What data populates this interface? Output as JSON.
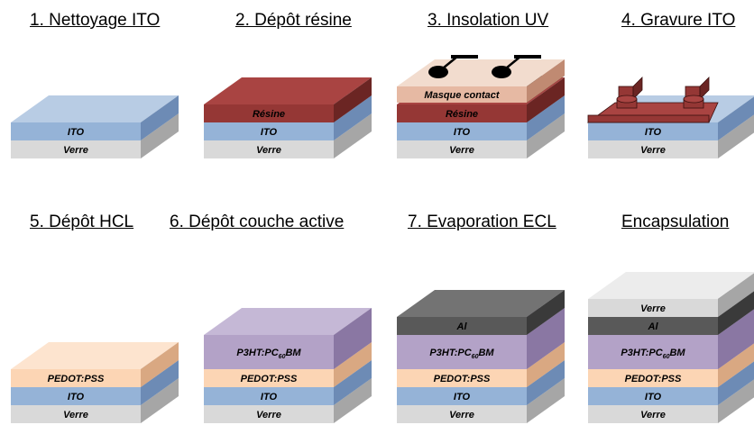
{
  "steps": [
    {
      "title": "1. Nettoyage ITO",
      "layers": [
        {
          "label": "ITO",
          "type": "ito"
        },
        {
          "label": "Verre",
          "type": "verre"
        }
      ]
    },
    {
      "title": "2. Dépôt résine",
      "layers": [
        {
          "label": "Résine",
          "type": "resine"
        },
        {
          "label": "ITO",
          "type": "ito"
        },
        {
          "label": "Verre",
          "type": "verre"
        }
      ]
    },
    {
      "title": "3. Insolation UV",
      "mask_label": "Masque contact",
      "layers": [
        {
          "label": "Résine",
          "type": "resine"
        },
        {
          "label": "ITO",
          "type": "ito"
        },
        {
          "label": "Verre",
          "type": "verre"
        }
      ]
    },
    {
      "title": "4. Gravure ITO",
      "layers": [
        {
          "label": "ITO",
          "type": "ito"
        },
        {
          "label": "Verre",
          "type": "verre"
        }
      ]
    },
    {
      "title": "5. Dépôt HCL",
      "layers": [
        {
          "label": "PEDOT:PSS",
          "type": "pedot"
        },
        {
          "label": "ITO",
          "type": "ito"
        },
        {
          "label": "Verre",
          "type": "verre"
        }
      ]
    },
    {
      "title": "6. Dépôt couche active",
      "layers": [
        {
          "label": "P3HT:PC60BM",
          "type": "p3ht"
        },
        {
          "label": "PEDOT:PSS",
          "type": "pedot"
        },
        {
          "label": "ITO",
          "type": "ito"
        },
        {
          "label": "Verre",
          "type": "verre"
        }
      ]
    },
    {
      "title": "7. Evaporation ECL",
      "layers": [
        {
          "label": "Al",
          "type": "al"
        },
        {
          "label": "P3HT:PC60BM",
          "type": "p3ht"
        },
        {
          "label": "PEDOT:PSS",
          "type": "pedot"
        },
        {
          "label": "ITO",
          "type": "ito"
        },
        {
          "label": "Verre",
          "type": "verre"
        }
      ]
    },
    {
      "title": "Encapsulation",
      "layers": [
        {
          "label": "Verre",
          "type": "verre"
        },
        {
          "label": "Al",
          "type": "al"
        },
        {
          "label": "P3HT:PC60BM",
          "type": "p3ht"
        },
        {
          "label": "PEDOT:PSS",
          "type": "pedot"
        },
        {
          "label": "ITO",
          "type": "ito"
        },
        {
          "label": "Verre",
          "type": "verre"
        }
      ]
    }
  ],
  "colors": {
    "verre": {
      "front": "#d9d9d9",
      "top": "#ececec",
      "side": "#a6a6a6"
    },
    "ito": {
      "front": "#95b3d7",
      "top": "#b8cce4",
      "side": "#6d8bb5"
    },
    "resine": {
      "front": "#953735",
      "top": "#a94442",
      "side": "#6b2523"
    },
    "pedot": {
      "front": "#fcd5b4",
      "top": "#fde4cf",
      "side": "#d9a882"
    },
    "p3ht": {
      "front": "#b3a2c7",
      "top": "#c5b8d6",
      "side": "#8a77a3"
    },
    "al": {
      "front": "#595959",
      "top": "#737373",
      "side": "#3a3a3a"
    },
    "mask": {
      "front": "#e6b9a3",
      "top": "#f2dcce",
      "side": "#c08a72"
    },
    "stripe": "#000000"
  }
}
